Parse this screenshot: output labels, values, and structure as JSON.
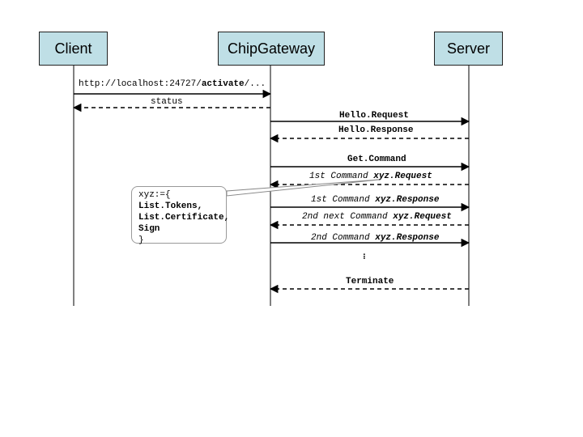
{
  "participants": {
    "client": "Client",
    "gateway": "ChipGateway",
    "server": "Server"
  },
  "messages": [
    {
      "id": "m1",
      "pre": "http://localhost:24727/",
      "bold": "activate",
      "post": "/..."
    },
    {
      "id": "m2",
      "text": "status"
    },
    {
      "id": "m3",
      "text": "Hello.Request"
    },
    {
      "id": "m4",
      "text": "Hello.Response"
    },
    {
      "id": "m5",
      "text": "Get.Command"
    },
    {
      "id": "m6",
      "pre": "1st Command ",
      "bold": "xyz.Request"
    },
    {
      "id": "m7",
      "pre": "1st Command ",
      "bold": "xyz.Response"
    },
    {
      "id": "m8",
      "pre": "2nd next Command ",
      "bold": "xyz.Request"
    },
    {
      "id": "m9",
      "pre": "2nd Command ",
      "bold": "xyz.Response"
    },
    {
      "id": "m10",
      "text": "Terminate"
    }
  ],
  "note": {
    "line1": "xyz:={",
    "line2": "List.Tokens,",
    "line3": "List.Certificate,",
    "line4": "Sign",
    "line5": "}"
  },
  "ellipsis": "..."
}
